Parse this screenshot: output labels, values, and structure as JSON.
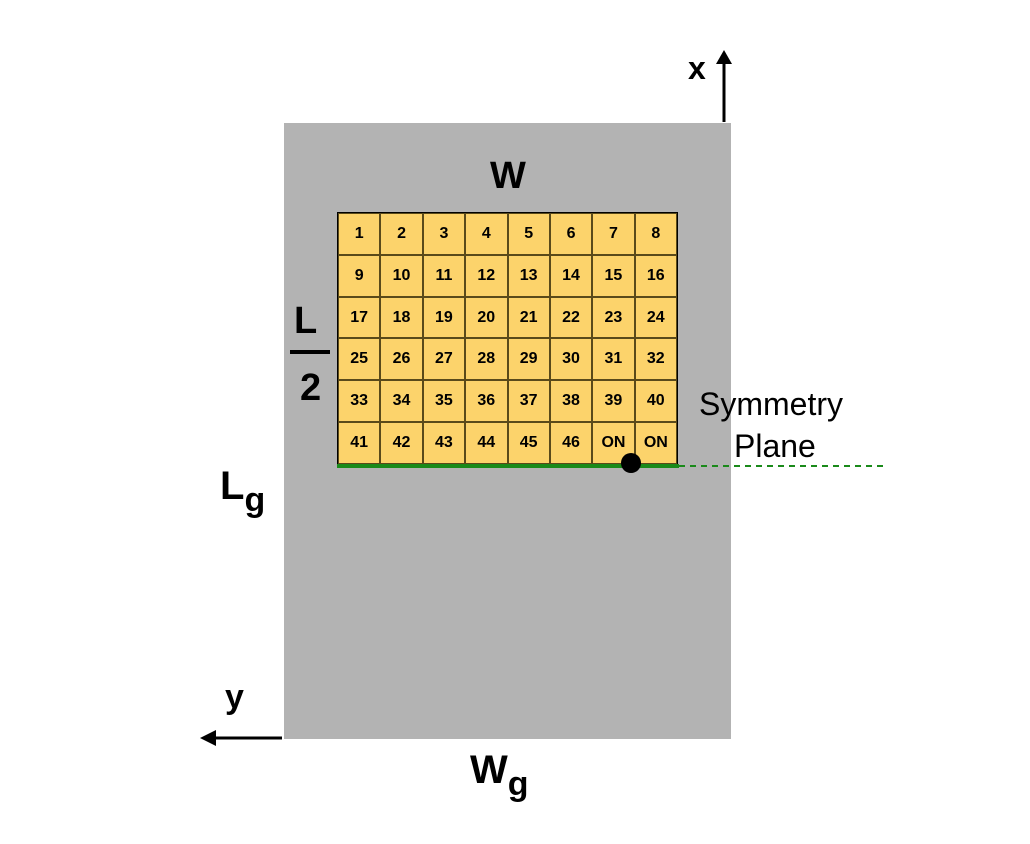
{
  "labels": {
    "w": "W",
    "l_num": "L",
    "l_den": "2",
    "lg_main": "L",
    "lg_sub": "g",
    "wg_main": "W",
    "wg_sub": "g",
    "x_axis": "x",
    "y_axis": "y",
    "symmetry_line1": "Symmetry",
    "symmetry_line2": "Plane"
  },
  "grid_cells": [
    "1",
    "2",
    "3",
    "4",
    "5",
    "6",
    "7",
    "8",
    "9",
    "10",
    "11",
    "12",
    "13",
    "14",
    "15",
    "16",
    "17",
    "18",
    "19",
    "20",
    "21",
    "22",
    "23",
    "24",
    "25",
    "26",
    "27",
    "28",
    "29",
    "30",
    "31",
    "32",
    "33",
    "34",
    "35",
    "36",
    "37",
    "38",
    "39",
    "40",
    "41",
    "42",
    "43",
    "44",
    "45",
    "46",
    "ON",
    "ON"
  ],
  "colors": {
    "ground": "#b3b3b3",
    "patch": "#fcd36b",
    "symmetry_line": "#1a8a1a",
    "feed_point": "#000000"
  }
}
